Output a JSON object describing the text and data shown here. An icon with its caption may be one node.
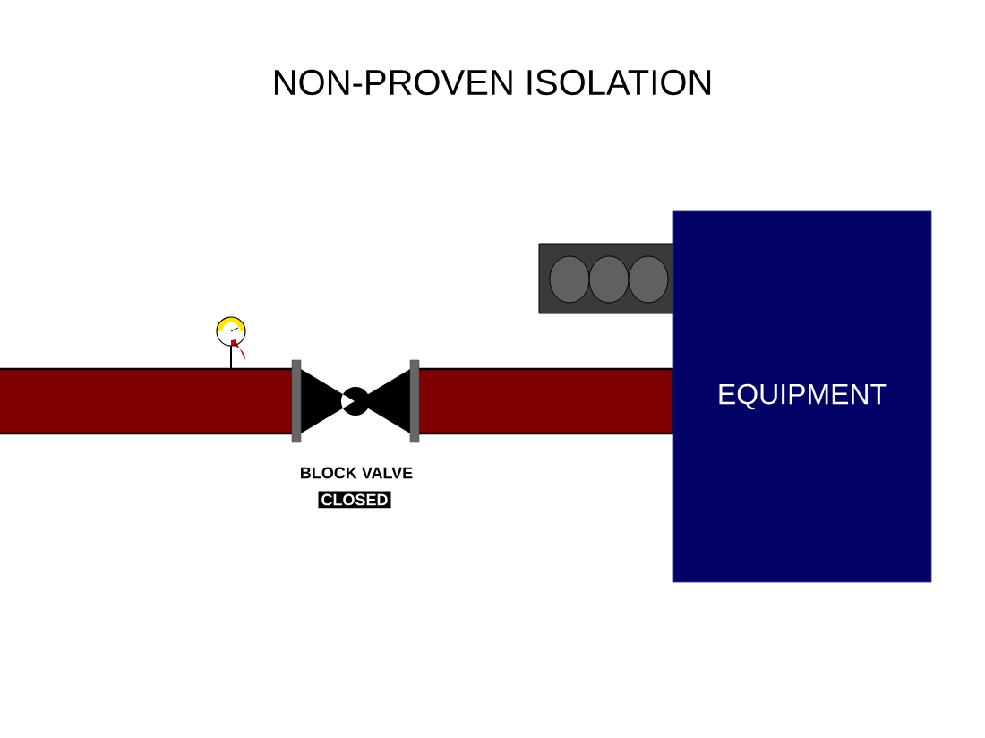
{
  "diagram": {
    "title": "NON-PROVEN ISOLATION",
    "nodes": [
      {
        "text": [
          "EQUIPMENT"
        ]
      }
    ],
    "labels": [
      "BLOCK VALVE",
      "CLOSED"
    ]
  }
}
